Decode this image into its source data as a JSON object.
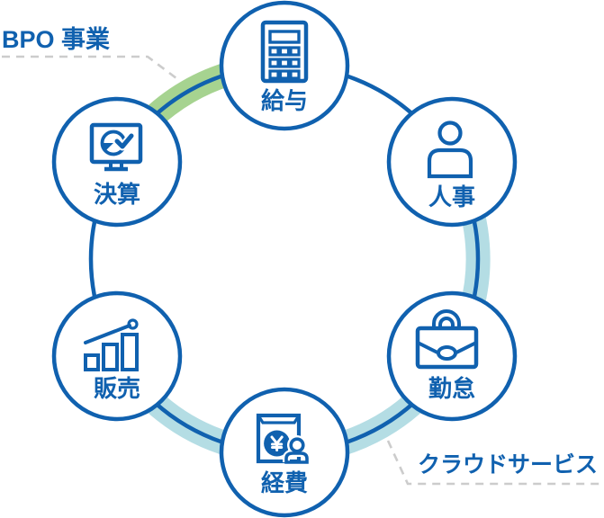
{
  "diagram": {
    "title_labels": {
      "bpo": "BPO 事業",
      "cloud": "クラウドサービス"
    },
    "nodes": [
      {
        "id": "salary",
        "label": "給与",
        "icon": "calculator-icon",
        "position": "top"
      },
      {
        "id": "hr",
        "label": "人事",
        "icon": "person-icon",
        "position": "top-right"
      },
      {
        "id": "attendance",
        "label": "勤怠",
        "icon": "briefcase-icon",
        "position": "bottom-right"
      },
      {
        "id": "expenses",
        "label": "経費",
        "icon": "envelope-money-icon",
        "position": "bottom"
      },
      {
        "id": "sales",
        "label": "販売",
        "icon": "bar-chart-icon",
        "position": "bottom-left"
      },
      {
        "id": "closing",
        "label": "決算",
        "icon": "monitor-check-icon",
        "position": "top-left"
      }
    ],
    "bands": [
      {
        "name": "bpo-band",
        "color": "#a6d390",
        "from": "決算",
        "to": "給与"
      },
      {
        "name": "cloud-band",
        "color": "#b4dde4",
        "from": "人事",
        "to": "販売"
      }
    ],
    "colors": {
      "primary_blue": "#1061af",
      "green_band": "#a6d390",
      "light_blue_band": "#b4dde4",
      "dashed_line": "#cccccc",
      "circle_fill": "#ffffff"
    }
  }
}
